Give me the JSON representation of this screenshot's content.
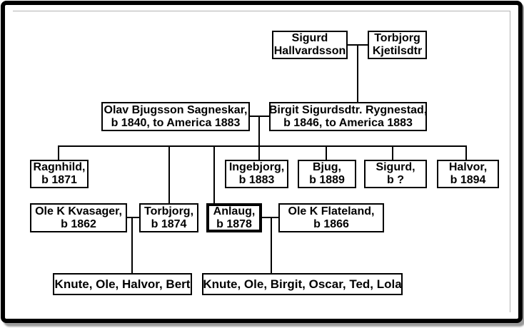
{
  "diagram_type": "family-tree",
  "colors": {
    "line": "#000000",
    "box_border": "#000000",
    "background": "#ffffff",
    "inner_border": "#b3b3b3",
    "frame_shadow": "#9b9b9b"
  },
  "people": {
    "sigurd_hallvardsson": {
      "line1": "Sigurd",
      "line2": "Hallvardsson"
    },
    "torbjorg_kjetilsdtr": {
      "line1": "Torbjorg",
      "line2": "Kjetilsdtr"
    },
    "olav_sagneskar": {
      "line1": "Olav Bjugsson Sagneskar,",
      "line2": "b 1840, to America 1883"
    },
    "birgit_rygnestad": {
      "line1": "Birgit Sigurdsdtr. Rygnestad,",
      "line2": "b 1846, to America 1883"
    },
    "ragnhild": {
      "line1": "Ragnhild,",
      "line2": "b 1871"
    },
    "ingebjorg": {
      "line1": "Ingebjorg,",
      "line2": "b 1883"
    },
    "bjug": {
      "line1": "Bjug,",
      "line2": "b 1889"
    },
    "sigurd_jr": {
      "line1": "Sigurd,",
      "line2": "b ?"
    },
    "halvor": {
      "line1": "Halvor,",
      "line2": "b 1894"
    },
    "ole_kvasager": {
      "line1": "Ole K Kvasager,",
      "line2": "b 1862"
    },
    "torbjorg_jr": {
      "line1": "Torbjorg,",
      "line2": "b 1874"
    },
    "anlaug": {
      "line1": "Anlaug,",
      "line2": "b 1878"
    },
    "ole_flateland": {
      "line1": "Ole K Flateland,",
      "line2": "b 1866"
    },
    "kvasager_children": {
      "text": "Knute, Ole, Halvor, Bert"
    },
    "flateland_children": {
      "text": "Knute, Ole, Birgit, Oscar, Ted, Lola"
    }
  }
}
